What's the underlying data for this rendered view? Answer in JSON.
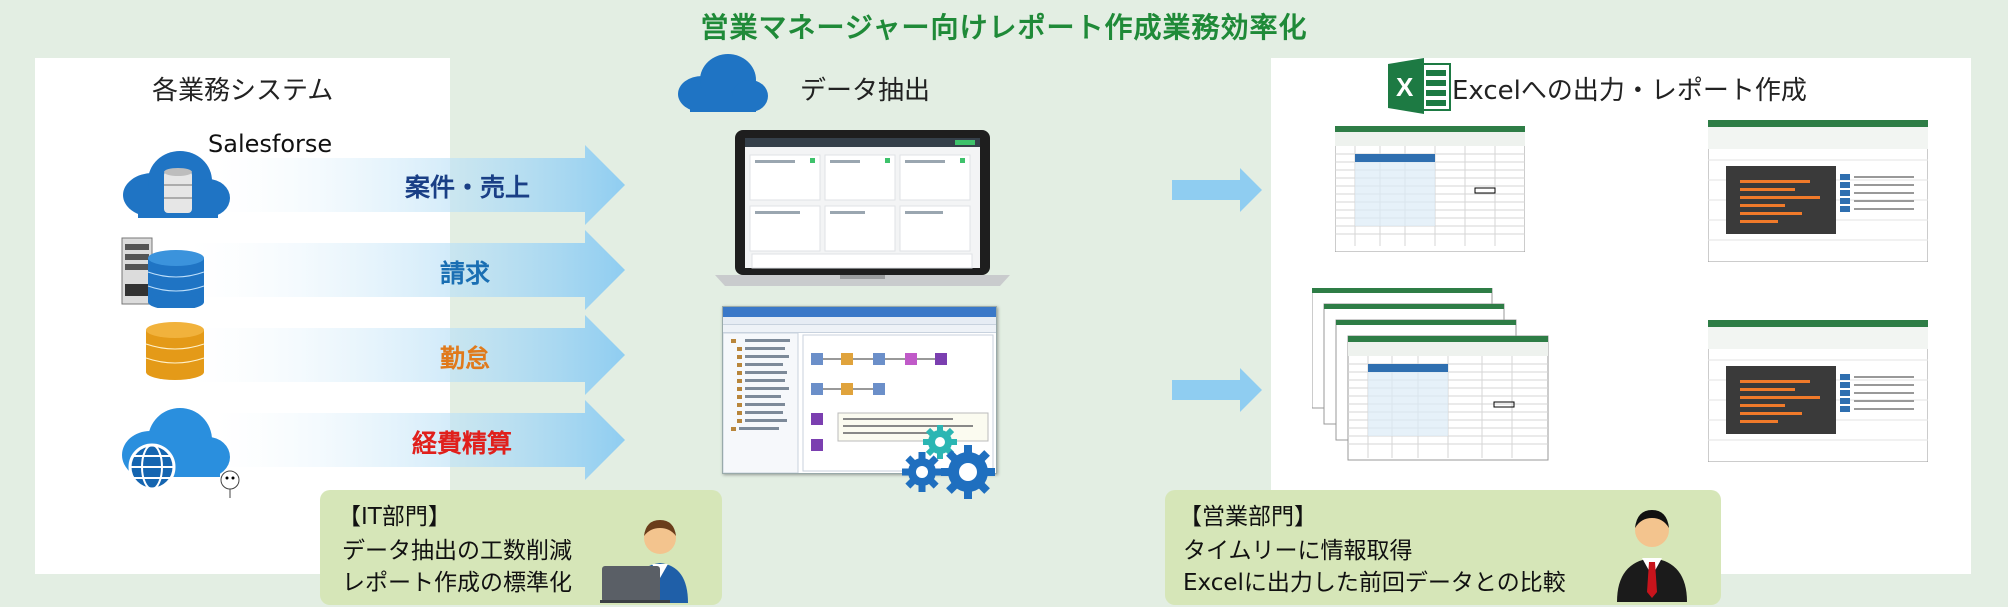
{
  "title": "営業マネージャー向けレポート作成業務効率化",
  "sources": {
    "header": "各業務システム",
    "salesforce_label": "Salesforse",
    "rows": [
      {
        "label": "案件・売上",
        "color": "#1a3f86"
      },
      {
        "label": "請求",
        "color": "#1a6fb3"
      },
      {
        "label": "勤怠",
        "color": "#e07a1c"
      },
      {
        "label": "経費精算",
        "color": "#e0201c"
      }
    ]
  },
  "extraction": {
    "header": "データ抽出"
  },
  "excel": {
    "header": "Excelへの出力・レポート作成",
    "logo_letter": "X"
  },
  "it_dept": {
    "title": "【IT部門】",
    "lines": [
      "データ抽出の工数削減",
      "レポート作成の標準化"
    ]
  },
  "sales_dept": {
    "title": "【営業部門】",
    "lines": [
      "タイムリーに情報取得",
      "Excelに出力した前回データとの比較"
    ]
  },
  "colors": {
    "title_green": "#1f8a38",
    "cloud_blue": "#1f74c4",
    "arrow_blue": "#9fd3f2",
    "box_green": "#d6e6b8",
    "excel_green": "#1d7a43"
  }
}
